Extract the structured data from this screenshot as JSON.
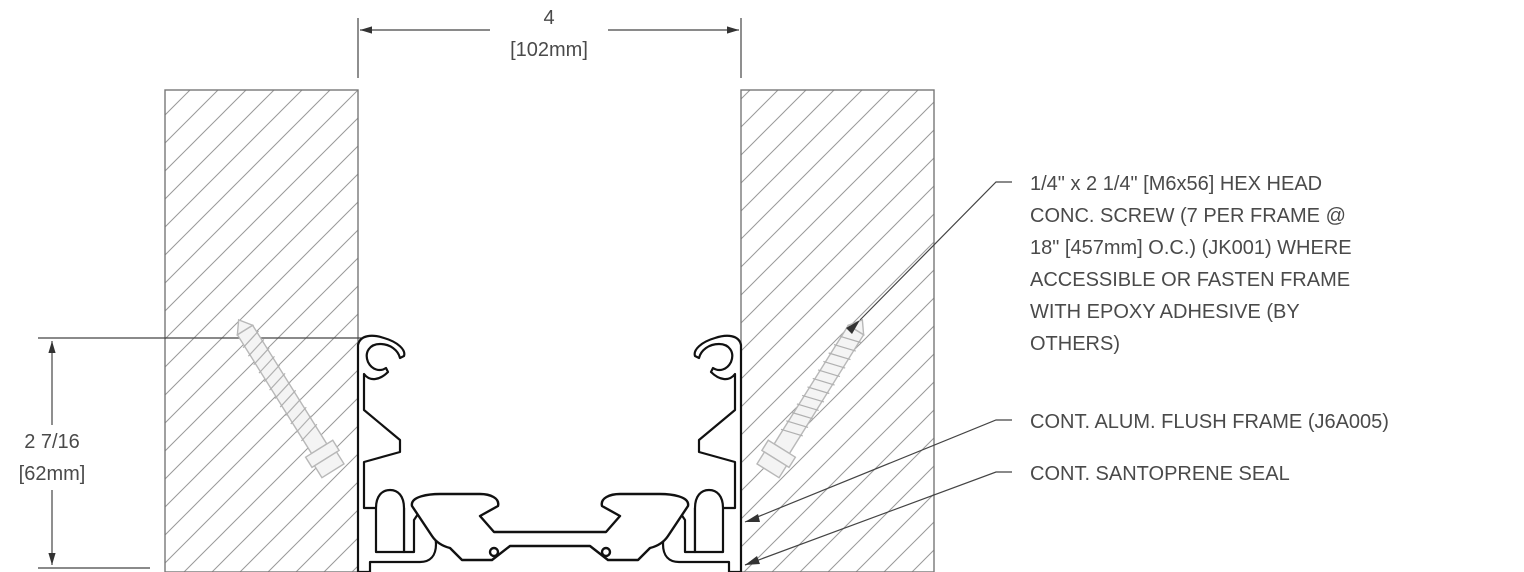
{
  "dimensions": {
    "width": {
      "imperial": "4",
      "metric": "[102mm]"
    },
    "depth": {
      "imperial": "2 7/16",
      "metric": "[62mm]"
    }
  },
  "notes": {
    "screw": [
      "1/4\" x 2 1/4\" [M6x56] HEX HEAD",
      "CONC. SCREW (7 PER FRAME @",
      "18\" [457mm] O.C.) (JK001) WHERE",
      "ACCESSIBLE OR FASTEN FRAME",
      "WITH  EPOXY ADHESIVE (BY",
      "OTHERS)"
    ],
    "frame": "CONT. ALUM. FLUSH FRAME (J6A005)",
    "seal": "CONT. SANTOPRENE SEAL"
  }
}
